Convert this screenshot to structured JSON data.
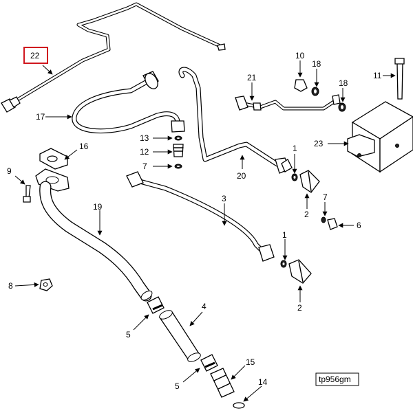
{
  "callouts": {
    "c1a": "1",
    "c1b": "1",
    "c2a": "2",
    "c2b": "2",
    "c3": "3",
    "c4": "4",
    "c5a": "5",
    "c5b": "5",
    "c6": "6",
    "c7a": "7",
    "c7b": "7",
    "c8": "8",
    "c9": "9",
    "c10": "10",
    "c11": "11",
    "c12": "12",
    "c13": "13",
    "c14": "14",
    "c15": "15",
    "c16": "16",
    "c17": "17",
    "c18a": "18",
    "c18b": "18",
    "c19": "19",
    "c20": "20",
    "c21": "21",
    "c22": "22",
    "c23": "23"
  },
  "highlighted_callout": "22",
  "highlight_color": "#d0161e",
  "figure_ref": "tp956gm"
}
